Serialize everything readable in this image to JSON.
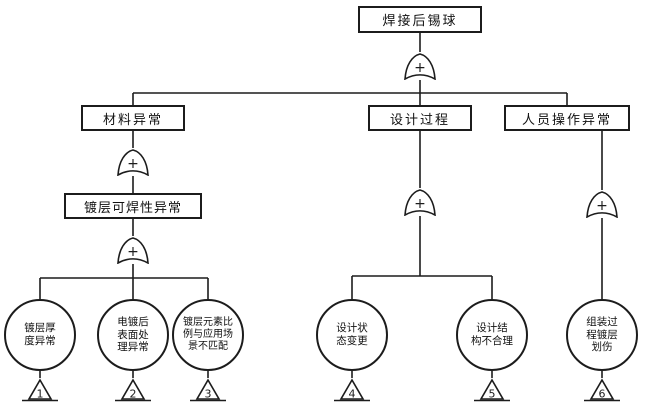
{
  "gate_symbol": "+",
  "root": {
    "label": "焊接后锡球"
  },
  "branches": [
    {
      "label": "材料异常"
    },
    {
      "label": "设计过程"
    },
    {
      "label": "人员操作异常"
    }
  ],
  "sub_box": {
    "label": "镀层可焊性异常"
  },
  "events": [
    {
      "label": "镀层厚\n度异常",
      "num": "1"
    },
    {
      "label": "电镀后\n表面处\n理异常",
      "num": "2"
    },
    {
      "label": "镀层元素比\n例与应用场\n景不匹配",
      "num": "3"
    },
    {
      "label": "设计状\n态变更",
      "num": "4"
    },
    {
      "label": "设计结\n构不合理",
      "num": "5"
    },
    {
      "label": "组装过\n程镀层\n划伤",
      "num": "6"
    }
  ]
}
